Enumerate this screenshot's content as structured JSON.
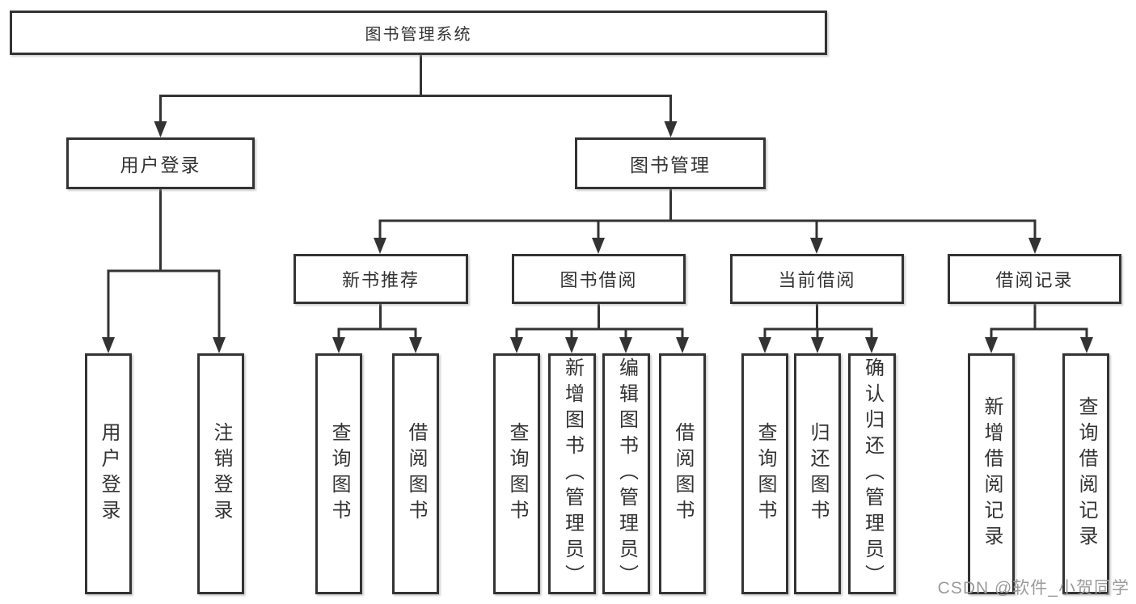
{
  "diagram": {
    "root": {
      "label": "图书管理系统"
    },
    "level1": [
      {
        "label": "用户登录"
      },
      {
        "label": "图书管理"
      }
    ],
    "level2": [
      {
        "label": "新书推荐"
      },
      {
        "label": "图书借阅"
      },
      {
        "label": "当前借阅"
      },
      {
        "label": "借阅记录"
      }
    ],
    "leaves": {
      "login": [
        {
          "label": "用户登录"
        },
        {
          "label": "注销登录"
        }
      ],
      "recommend": [
        {
          "label": "查询图书"
        },
        {
          "label": "借阅图书"
        }
      ],
      "borrow": [
        {
          "label": "查询图书"
        },
        {
          "label": "新增图书（管理员）"
        },
        {
          "label": "编辑图书（管理员）"
        },
        {
          "label": "借阅图书"
        }
      ],
      "current": [
        {
          "label": "查询图书"
        },
        {
          "label": "归还图书"
        },
        {
          "label": "确认归还（管理员）"
        }
      ],
      "records": [
        {
          "label": "新增借阅记录"
        },
        {
          "label": "查询借阅记录"
        }
      ]
    }
  },
  "watermark": {
    "text": "CSDN @软件_小贺同学"
  },
  "colors": {
    "line": "#333333",
    "text": "#333333",
    "box_background": "#ffffff",
    "watermark": "#9b9b9b",
    "background": "#ffffff"
  }
}
